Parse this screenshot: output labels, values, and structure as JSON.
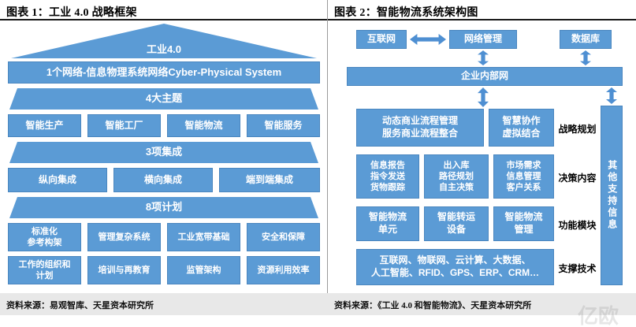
{
  "colors": {
    "box_blue": "#5b9bd5",
    "box_border": "#4a86bf",
    "arrow_blue": "#4e8fd2",
    "footer_gray": "#e8e8e8",
    "title_black": "#000000"
  },
  "left": {
    "title": "图表 1：工业 4.0 战略框架",
    "source": "资料来源：易观智库、天星资本研究所",
    "apex": "工业4.0",
    "network_bar": "1个网络-信息物理系统网络Cyber-Physical System",
    "themes_header": "4大主题",
    "themes": [
      "智能生产",
      "智能工厂",
      "智能物流",
      "智能服务"
    ],
    "integrations_header": "3项集成",
    "integrations": [
      "纵向集成",
      "横向集成",
      "端到端集成"
    ],
    "plans_header": "8项计划",
    "plans_row1": [
      "标准化\n参考构架",
      "管理复杂系统",
      "工业宽带基础",
      "安全和保障"
    ],
    "plans_row2": [
      "工作的组织和\n计划",
      "培训与再教育",
      "监管架构",
      "资源利用效率"
    ]
  },
  "right": {
    "title": "图表 2：智能物流系统架构图",
    "source": "资料来源：《工业 4.0 和智能物流》、天星资本研究所",
    "internet": "互联网",
    "network_mgmt": "网络管理",
    "database": "数据库",
    "intranet": "企业内部网",
    "side_box": "其他支持信息",
    "strategy_label": "战略规划",
    "strategy_boxes": [
      "动态商业流程管理\n服务商业流程整合",
      "智慧协作\n虚拟结合"
    ],
    "decision_label": "决策内容",
    "decision_boxes": [
      "信息报告\n指令发送\n货物跟踪",
      "出入库\n路径规划\n自主决策",
      "市场需求\n信息管理\n客户关系"
    ],
    "module_label": "功能模块",
    "module_boxes": [
      "智能物流\n单元",
      "智能转运\n设备",
      "智能物流\n管理"
    ],
    "tech_label": "支撑技术",
    "tech_box": "互联网、物联网、云计算、大数据、\n人工智能、RFID、GPS、ERP、CRM…"
  },
  "watermark": "亿欧"
}
